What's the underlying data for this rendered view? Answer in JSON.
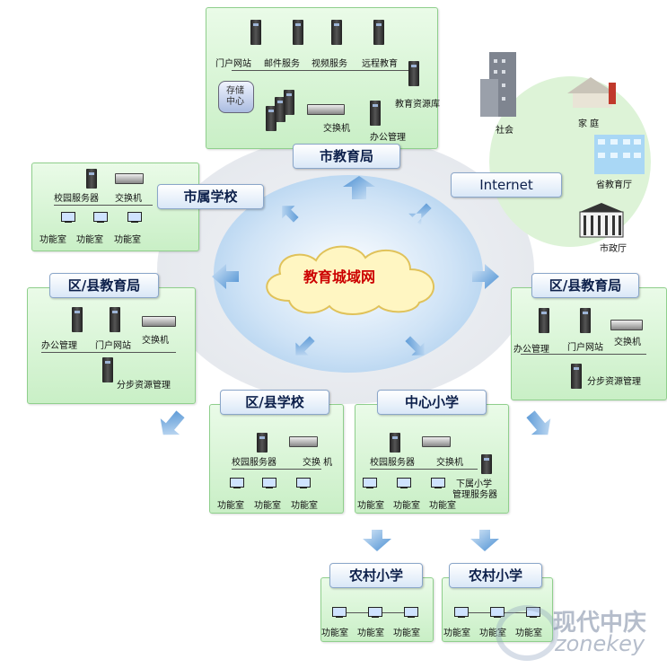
{
  "center": {
    "label": "教育城域网"
  },
  "labels": {
    "city_bureau": "市教育局",
    "city_school": "市属学校",
    "district_left": "区/县教育局",
    "district_right": "区/县教育局",
    "district_school": "区/县学校",
    "central_primary": "中心小学",
    "rural1": "农村小学",
    "rural2": "农村小学",
    "internet": "Internet"
  },
  "city_bureau_panel": {
    "portal": "门户网站",
    "mail": "邮件服务",
    "video": "视频服务",
    "remote": "远程教育",
    "storage": "存储\n中心",
    "resource": "教育资源库",
    "switch": "交换机",
    "office": "办公管理"
  },
  "city_school_panel": {
    "server": "校园服务器",
    "switch": "交换机",
    "f1": "功能室",
    "f2": "功能室",
    "f3": "功能室"
  },
  "district_left_panel": {
    "office": "办公管理",
    "portal": "门户网站",
    "switch": "交换机",
    "resource": "分步资源管理"
  },
  "district_right_panel": {
    "office": "办公管理",
    "portal": "门户网站",
    "switch": "交换机",
    "resource": "分步资源管理"
  },
  "district_school_panel": {
    "server": "校园服务器",
    "switch": "交换 机",
    "f1": "功能室",
    "f2": "功能室",
    "f3": "功能室"
  },
  "central_primary_panel": {
    "server": "校园服务器",
    "switch": "交换机",
    "sub1": "下属小学",
    "sub2": "管理服务器",
    "f1": "功能室",
    "f2": "功能室",
    "f3": "功能室"
  },
  "rural1_panel": {
    "f1": "功能室",
    "f2": "功能室",
    "f3": "功能室"
  },
  "rural2_panel": {
    "f1": "功能室",
    "f2": "功能室",
    "f3": "功能室"
  },
  "internet_cluster": {
    "society": "社会",
    "home": "家 庭",
    "province": "省教育厅",
    "city_gov": "市政厅"
  },
  "watermark": {
    "cn": "现代中庆",
    "en": "zonekey"
  },
  "colors": {
    "panel": "#d7f3d4",
    "label_text": "#0c1f4a",
    "center_text": "#cc0000",
    "arrow": "#6fa6dc"
  }
}
